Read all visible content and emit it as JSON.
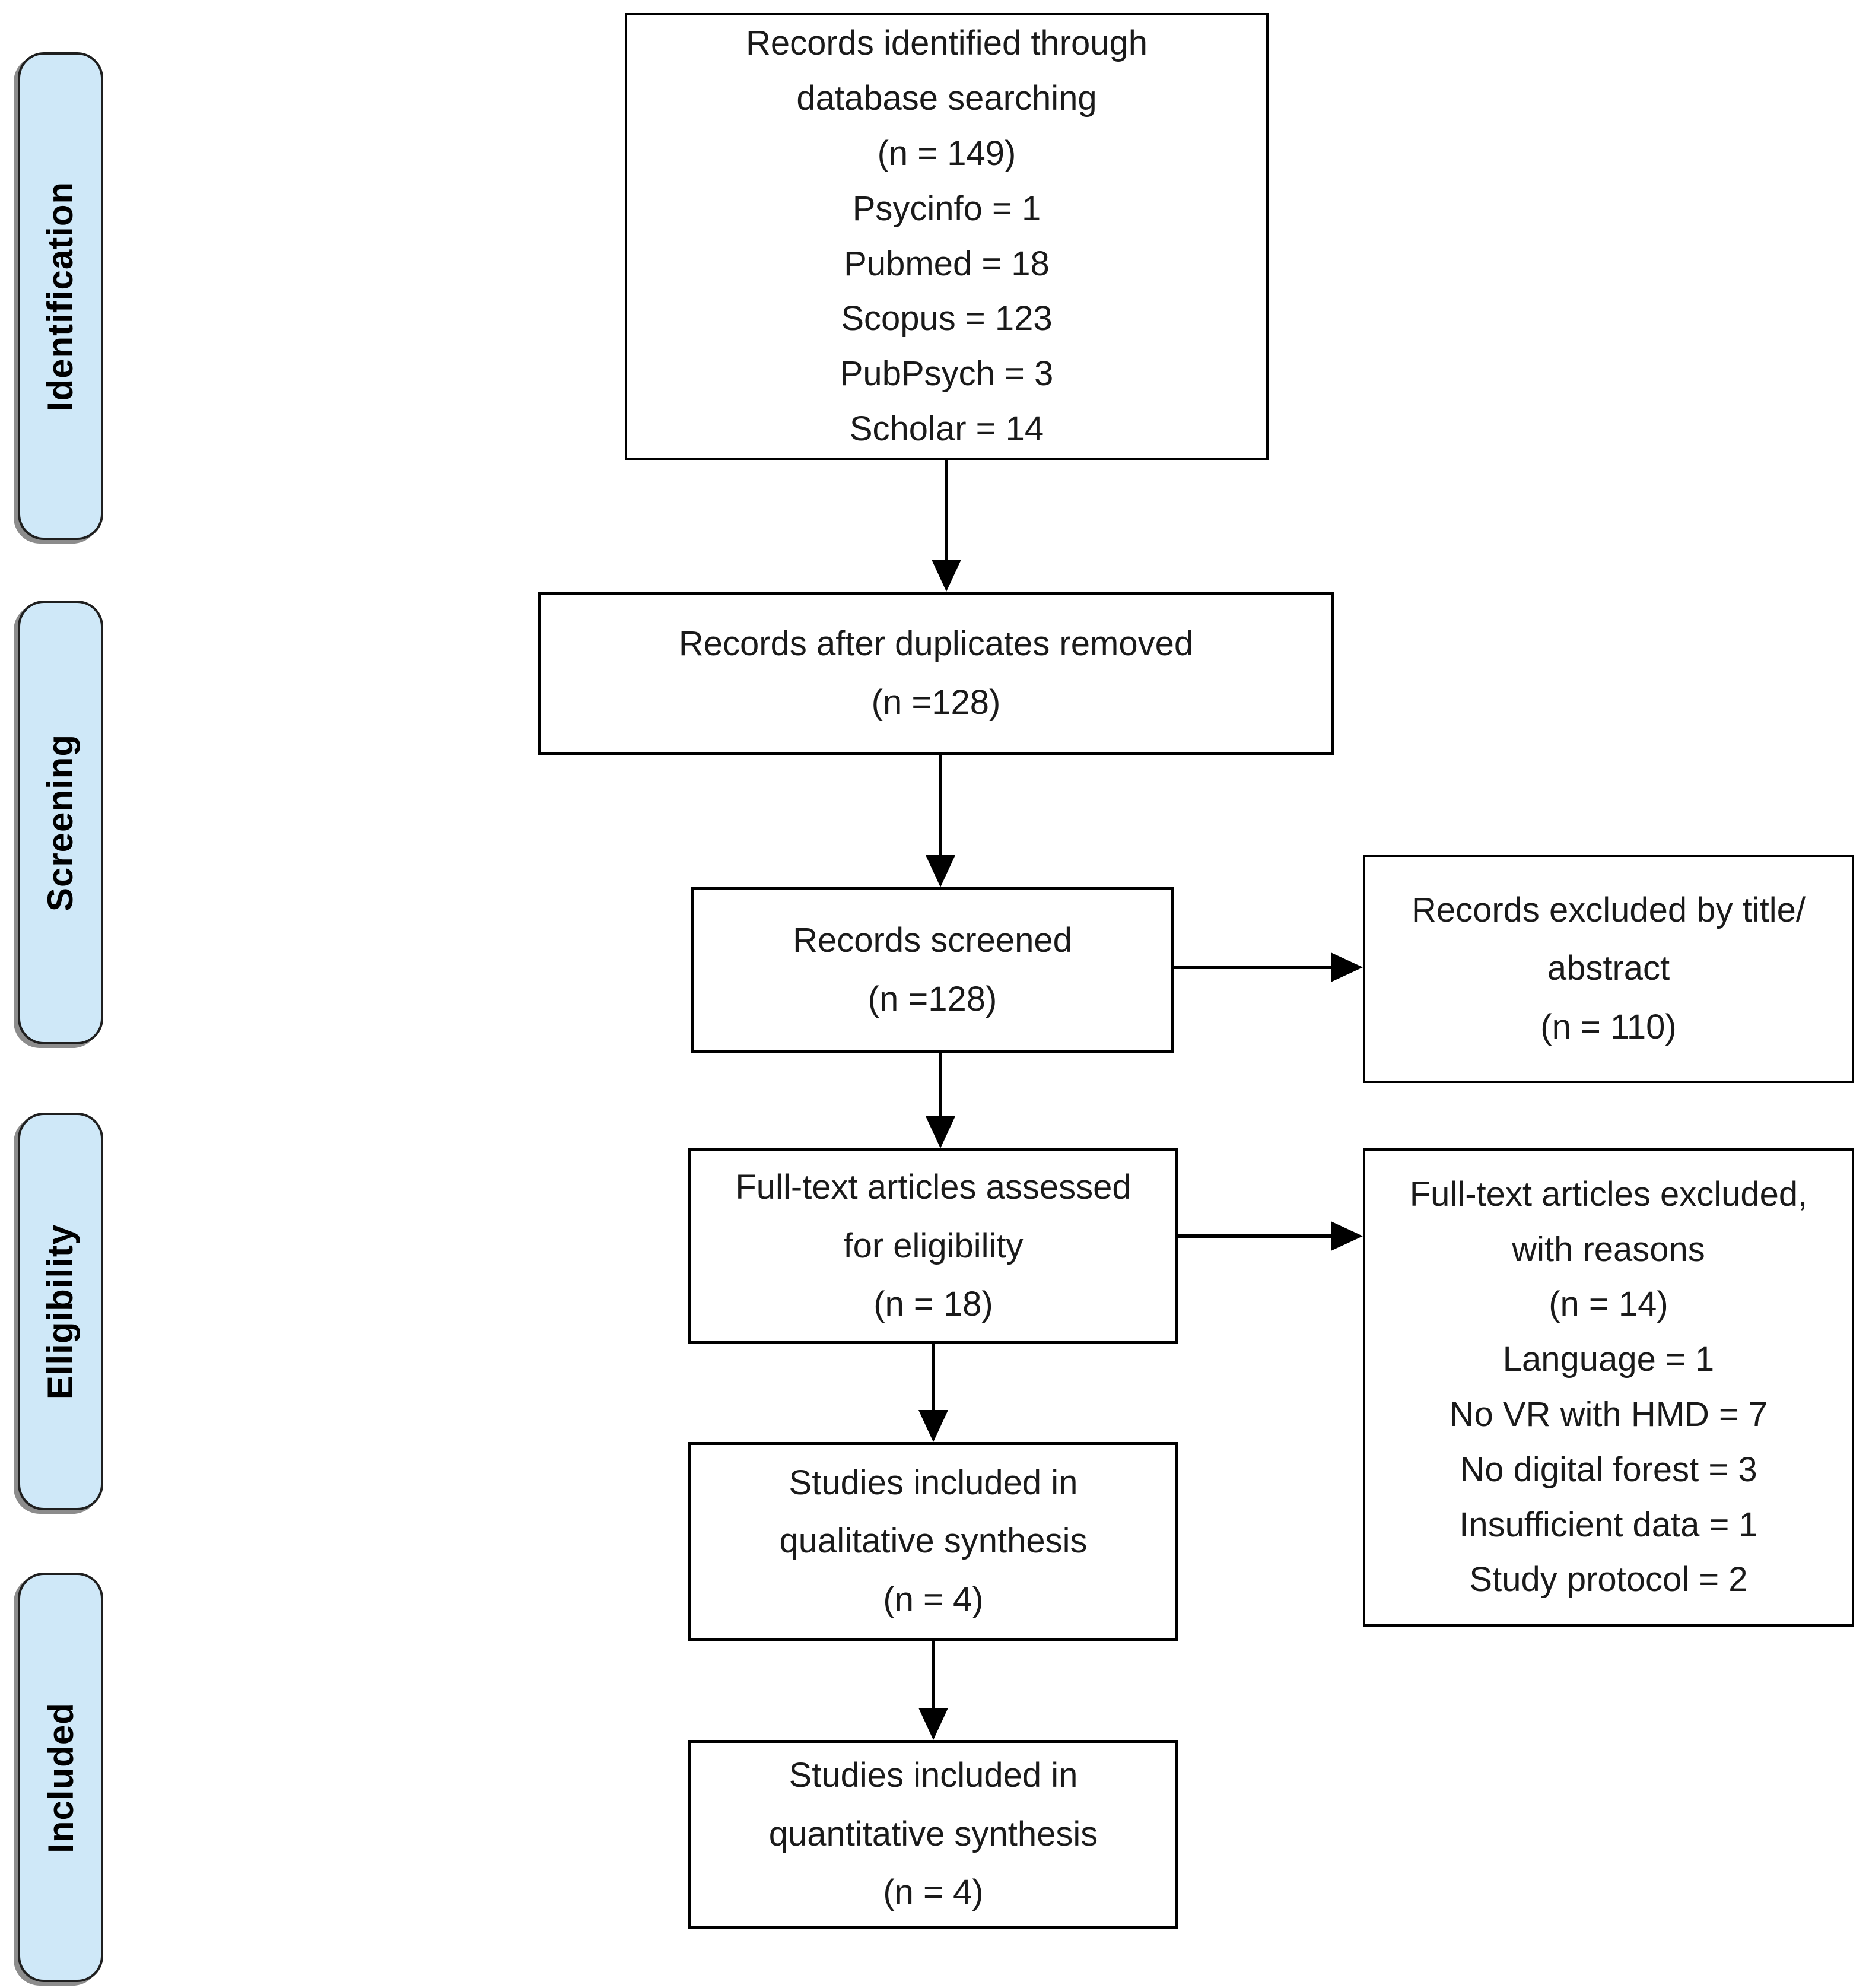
{
  "diagram": {
    "kind": "PRISMA flow diagram",
    "colors": {
      "stage_fill": "#cfe8f8",
      "stage_border": "#1f1f1f",
      "stage_shadow": "#8c8c8c",
      "box_border": "#000000",
      "box_fill": "#ffffff",
      "text": "#1a1a1a"
    }
  },
  "stages": [
    {
      "label": "Identification"
    },
    {
      "label": "Screening"
    },
    {
      "label": "Elligibility"
    },
    {
      "label": "Included"
    }
  ],
  "boxes": {
    "identified": "Records identified through\ndatabase searching\n(n = 149)\nPsycinfo = 1\nPubmed = 18\nScopus = 123\nPubPsych = 3\nScholar = 14",
    "duplicates_removed": "Records after duplicates removed\n(n =128)",
    "screened": "Records screened\n(n =128)",
    "excluded_title_abstract": "Records excluded by title/\nabstract\n(n = 110)",
    "fulltext_assessed": "Full-text articles assessed\nfor eligibility\n(n = 18)",
    "fulltext_excluded": "Full-text articles excluded,\nwith reasons\n(n = 14)\nLanguage = 1\nNo VR with HMD = 7\nNo digital forest = 3\nInsufficient data = 1\nStudy protocol = 2",
    "qualitative_included": "Studies included in\nqualitative synthesis\n(n = 4)",
    "quantitative_included": "Studies included in\nquantitative synthesis\n(n = 4)"
  }
}
